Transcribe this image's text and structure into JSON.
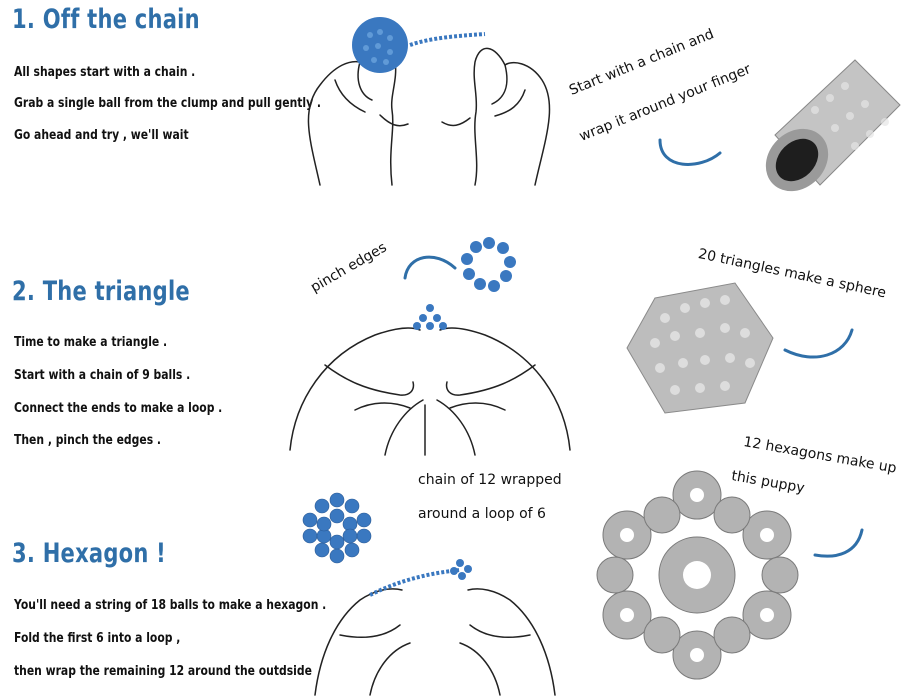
{
  "sections": [
    {
      "title": "1. Off the chain",
      "lines": [
        "All shapes start with a chain .",
        "Grab a single ball from the clump and pull gently .",
        "Go ahead and try , we'll wait"
      ]
    },
    {
      "title": "2. The triangle",
      "lines": [
        "Time to make a triangle .",
        "Start with a chain of 9 balls .",
        "Connect the ends to make a loop .",
        "Then , pinch the edges ."
      ]
    },
    {
      "title": "3. Hexagon !",
      "lines": [
        "You'll need a string of 18 balls to make a hexagon .",
        "Fold the first 6 into a loop ,",
        "then wrap the remaining 12 around the outdside"
      ]
    }
  ],
  "annotations": {
    "chain_wrap_1": "Start with a chain and",
    "chain_wrap_2": "wrap it around your finger",
    "pinch": "pinch edges",
    "sphere": "20 triangles make a sphere",
    "chain12_1": "chain of 12 wrapped",
    "chain12_2": "around a loop of 6",
    "hex_1": "12 hexagons make up",
    "hex_2": "this puppy"
  },
  "colors": {
    "heading": "#2f6fa8",
    "ball_blue": "#3a78c0",
    "ball_silver": "#b9b9b9",
    "outline": "#222222"
  }
}
